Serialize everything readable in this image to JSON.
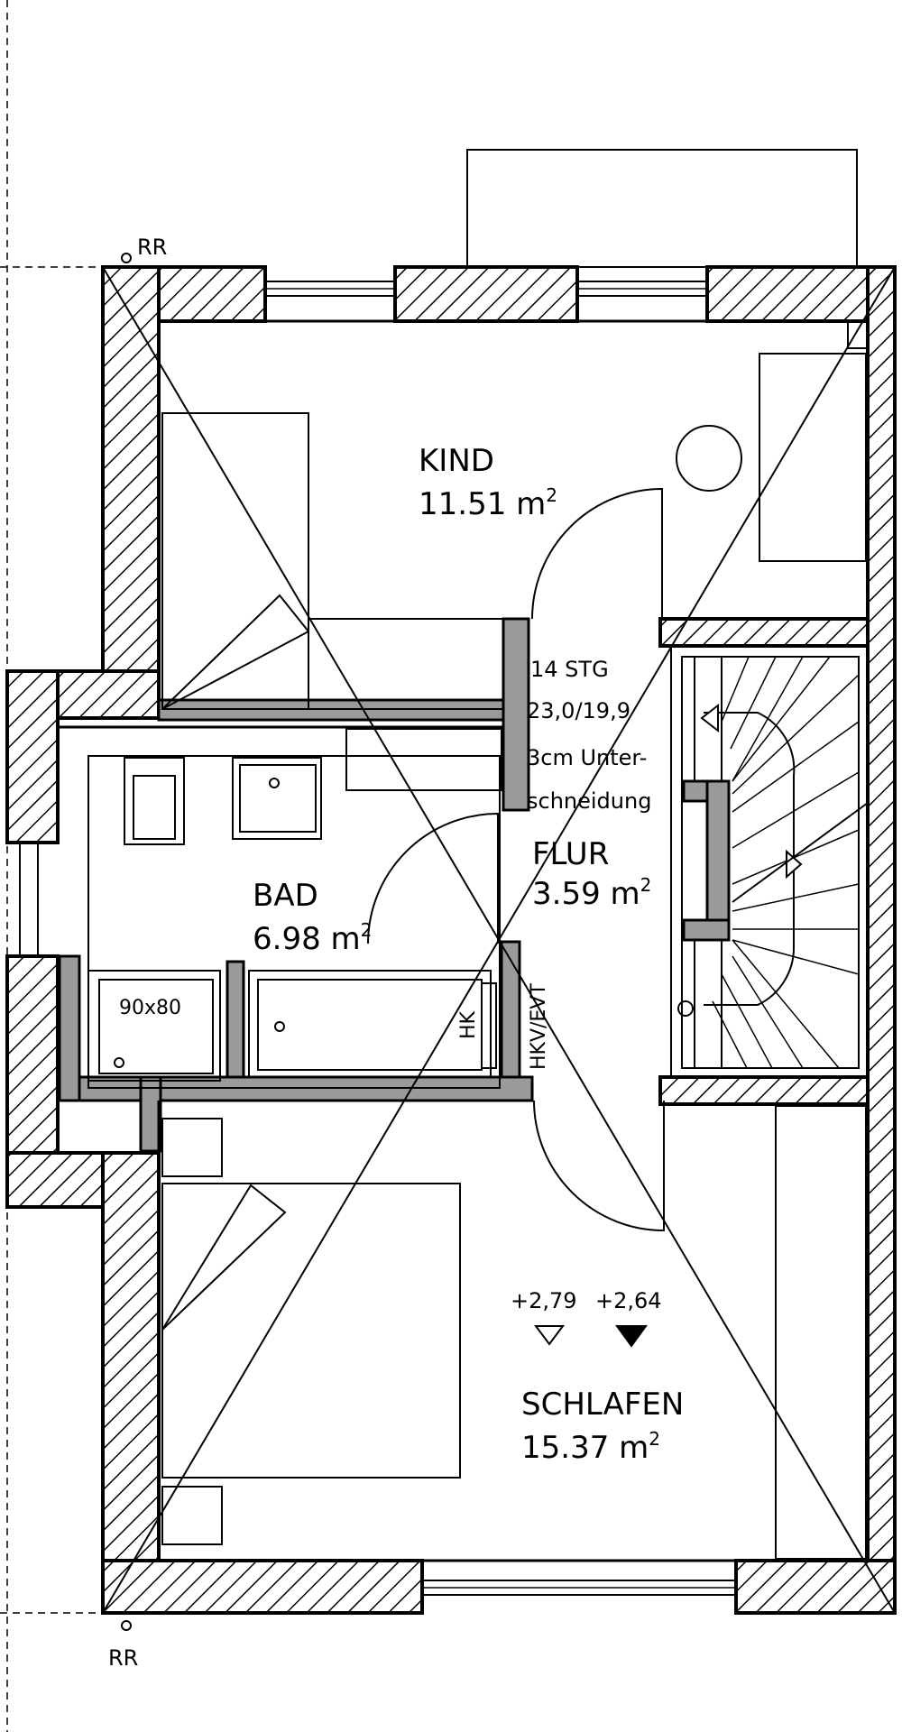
{
  "markers": {
    "rr_top": "RR",
    "rr_bottom": "RR"
  },
  "rooms": {
    "kind": {
      "name": "KIND",
      "area": "11.51 m",
      "unit_sup": "2"
    },
    "bad": {
      "name": "BAD",
      "area": "6.98 m",
      "unit_sup": "2"
    },
    "flur": {
      "name": "FLUR",
      "area": "3.59 m",
      "unit_sup": "2"
    },
    "schlafen": {
      "name": "SCHLAFEN",
      "area": "15.37 m",
      "unit_sup": "2"
    }
  },
  "stairs": {
    "line1": "14 STG",
    "line2": "23,0/19,9",
    "line3": "3cm Unter-",
    "line4": "schneidung"
  },
  "fixtures": {
    "shower": "90x80",
    "hk": "HK",
    "hkv": "HKV/EVT"
  },
  "levels": {
    "left": "+2,79",
    "right": "+2,64"
  }
}
